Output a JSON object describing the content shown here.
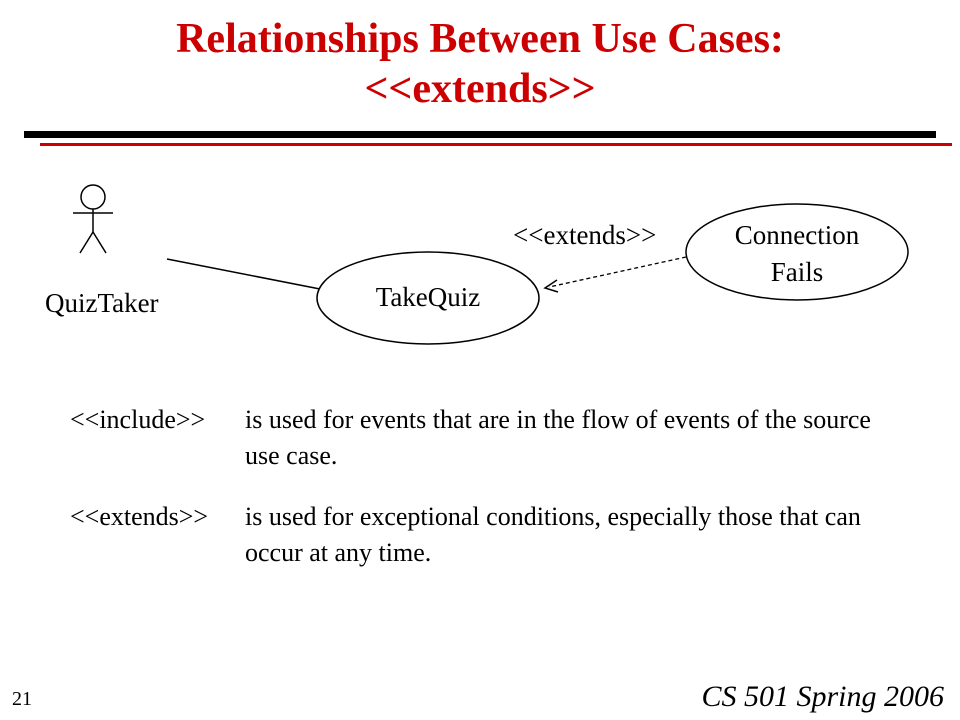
{
  "title": {
    "line1": "Relationships Between Use Cases:",
    "line2": "<<extends>>"
  },
  "diagram": {
    "actor_label": "QuizTaker",
    "use_case_1": "TakeQuiz",
    "use_case_2_line1": "Connection",
    "use_case_2_line2": "Fails",
    "relation_label": "<<extends>>"
  },
  "definitions": [
    {
      "term": "<<include>>",
      "text": "is used for events that are in the flow of events of the source use case."
    },
    {
      "term": "<<extends>>",
      "text": "is used for exceptional conditions, especially those that can occur at any time."
    }
  ],
  "footer": {
    "slide_number": "21",
    "course": "CS 501 Spring 2006"
  },
  "colors": {
    "title": "#cc0000",
    "rule_top": "#000000",
    "rule_bottom": "#cc0000",
    "text": "#000000"
  }
}
